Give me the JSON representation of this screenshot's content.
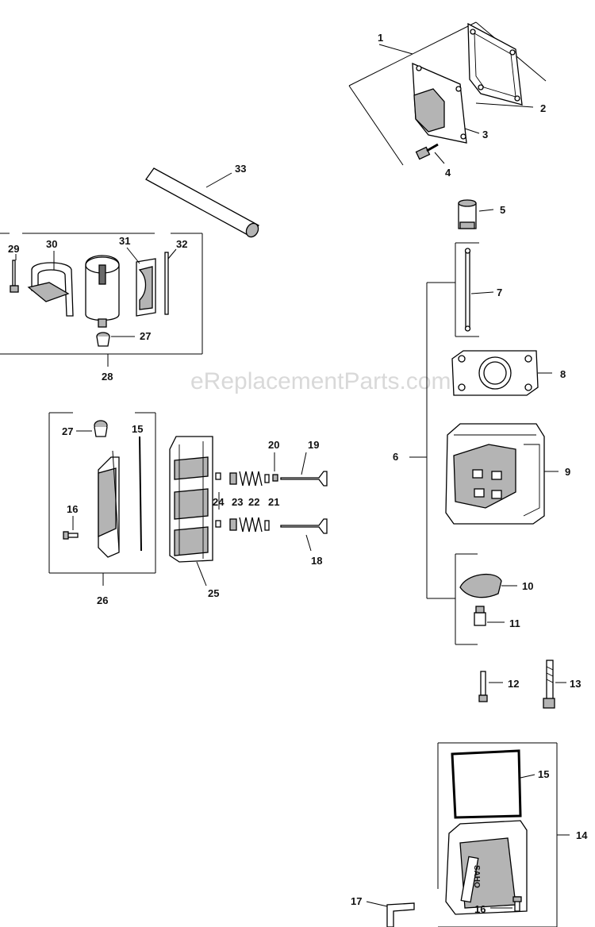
{
  "watermark": "eReplacementParts.com",
  "callouts": {
    "c1": "1",
    "c2": "2",
    "c3": "3",
    "c4": "4",
    "c5": "5",
    "c6": "6",
    "c7": "7",
    "c8": "8",
    "c9": "9",
    "c10": "10",
    "c11": "11",
    "c12": "12",
    "c13": "13",
    "c14": "14",
    "c15a": "15",
    "c15b": "15",
    "c16a": "16",
    "c16b": "16",
    "c17": "17",
    "c18": "18",
    "c19": "19",
    "c20": "20",
    "c21": "21",
    "c22": "22",
    "c23": "23",
    "c24": "24",
    "c25": "25",
    "c26": "26",
    "c27a": "27",
    "c27b": "27",
    "c28": "28",
    "c29": "29",
    "c30": "30",
    "c31": "31",
    "c32": "32",
    "c33": "33"
  },
  "cover_embossing": "SAHO"
}
